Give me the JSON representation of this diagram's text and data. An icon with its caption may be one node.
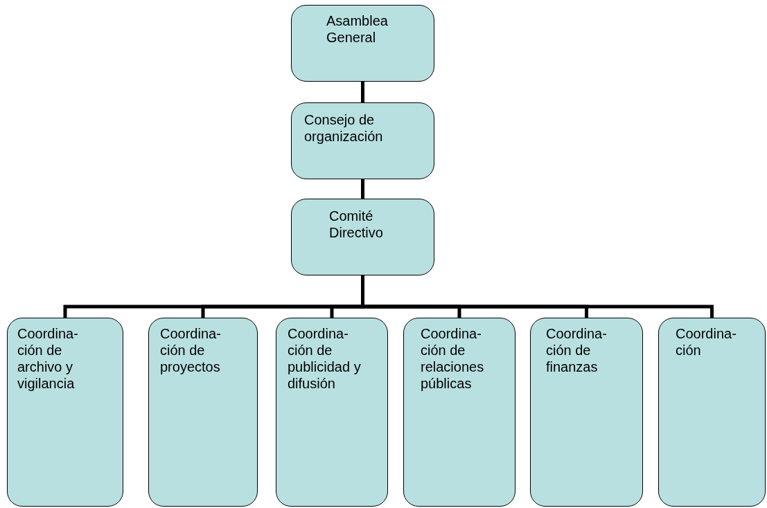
{
  "diagram": {
    "nodes": [
      {
        "text": [
          "Asamblea General"
        ]
      },
      {
        "text": [
          "Consejo de organización"
        ]
      },
      {
        "text": [
          "Comité Directivo"
        ]
      },
      {
        "text": [
          "Coordina- ción de archivo y vigilancia"
        ]
      },
      {
        "text": [
          "Coordina- ción de proyectos"
        ]
      },
      {
        "text": [
          "Coordina- ción de publicidad y difusión"
        ]
      },
      {
        "text": [
          "Coordina- ción de relaciones públicas"
        ]
      },
      {
        "text": [
          "Coordina- ción de finanzas"
        ]
      },
      {
        "text": [
          "Coordina- ción"
        ]
      }
    ],
    "edges": [
      {
        "from": 0,
        "to": 1,
        "arrow": "none"
      },
      {
        "from": 1,
        "to": 2,
        "arrow": "none"
      },
      {
        "from": 2,
        "to": 3,
        "arrow": "none"
      },
      {
        "from": 2,
        "to": 4,
        "arrow": "none"
      },
      {
        "from": 2,
        "to": 5,
        "arrow": "none"
      },
      {
        "from": 2,
        "to": 6,
        "arrow": "none"
      },
      {
        "from": 2,
        "to": 7,
        "arrow": "none"
      },
      {
        "from": 2,
        "to": 8,
        "arrow": "none"
      }
    ]
  }
}
